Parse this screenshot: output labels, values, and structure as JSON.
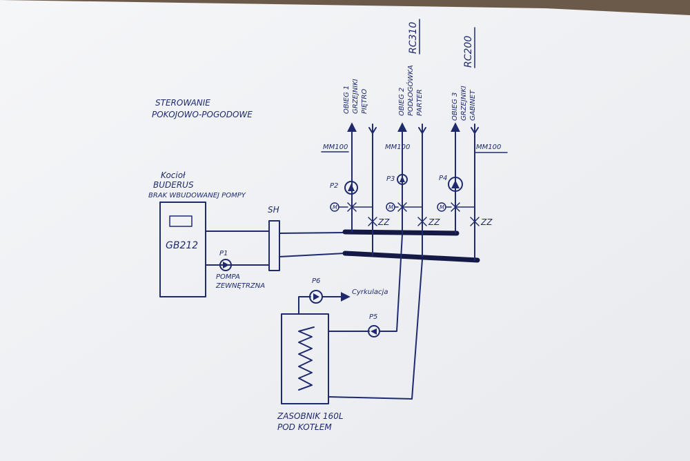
{
  "header": {
    "line1": "STEROWANIE",
    "line2": "POKOJOWO-POGODOWE"
  },
  "boiler": {
    "line1": "Kocioł",
    "line2": "BUDERUS",
    "line3": "BRAK WBUDOWANEJ POMPY",
    "model": "GB212"
  },
  "header_sh": "SH",
  "pumps": {
    "p1": "P1",
    "p1_desc1": "POMPA",
    "p1_desc2": "ZEWNĘTRZNA",
    "p2": "P2",
    "p3": "P3",
    "p4": "P4",
    "p5": "P5",
    "p6": "P6"
  },
  "circuits": {
    "c1_l1": "OBIEG 1",
    "c1_l2": "GRZEJNIKI",
    "c1_l3": "PIĘTRO",
    "c2_l1": "OBIEG 2",
    "c2_l2": "PODŁOGÓWKA",
    "c2_l3": "PARTER",
    "c3_l1": "OBIEG 3",
    "c3_l2": "GRZEJNIKI",
    "c3_l3": "GABINET"
  },
  "controllers": {
    "rc310": "RC310",
    "rc200": "RC200"
  },
  "modules": {
    "mm1": "MM100",
    "mm2": "MM100",
    "mm3": "MM100"
  },
  "valves": {
    "zz1": "ZZ",
    "zz2": "ZZ",
    "zz3": "ZZ",
    "m": "M"
  },
  "circulation": "Cyrkulacja",
  "tank": {
    "line1": "ZASOBNIK 160L",
    "line2": "POD KOTŁEM"
  },
  "colors": {
    "ink": "#1f2a6e",
    "paper": "#f2f3f5",
    "background": "#6b5a4a"
  }
}
